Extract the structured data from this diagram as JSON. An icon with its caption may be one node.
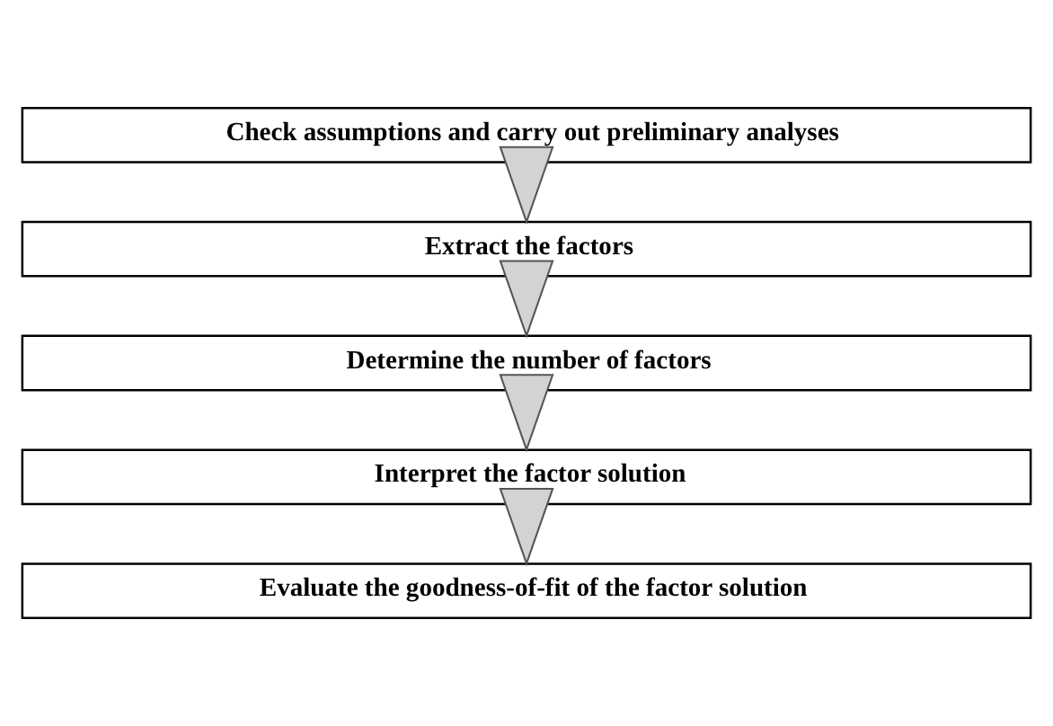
{
  "diagram": {
    "nodes": [
      {
        "text": [
          "Check assumptions and carry out preliminary analyses"
        ]
      },
      {
        "text": [
          "Extract the factors"
        ]
      },
      {
        "text": [
          "Determine the number of factors"
        ]
      },
      {
        "text": [
          "Interpret the factor solution"
        ]
      },
      {
        "text": [
          "Evaluate the goodness-of-fit of the factor solution"
        ]
      }
    ],
    "edges": [
      {
        "from": 0,
        "to": 1,
        "arrow": "to"
      },
      {
        "from": 1,
        "to": 2,
        "arrow": "to"
      },
      {
        "from": 2,
        "to": 3,
        "arrow": "to"
      },
      {
        "from": 3,
        "to": 4,
        "arrow": "to"
      }
    ]
  }
}
